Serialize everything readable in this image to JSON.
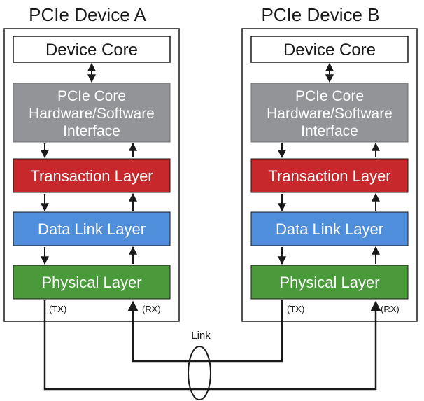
{
  "device_a": {
    "title": "PCIe Device A",
    "core": "Device Core",
    "interface": [
      "PCIe Core",
      "Hardware/Software",
      "Interface"
    ],
    "transaction": "Transaction Layer",
    "data_link": "Data Link Layer",
    "physical": "Physical Layer",
    "tx": "(TX)",
    "rx": "(RX)"
  },
  "device_b": {
    "title": "PCIe Device B",
    "core": "Device Core",
    "interface": [
      "PCIe Core",
      "Hardware/Software",
      "Interface"
    ],
    "transaction": "Transaction Layer",
    "data_link": "Data Link Layer",
    "physical": "Physical Layer",
    "tx": "(TX)",
    "rx": "(RX)"
  },
  "link": {
    "label": "Link"
  },
  "colors": {
    "interface": "#929497",
    "transaction": "#c7282b",
    "data_link": "#4f8edb",
    "physical": "#4a9a3c",
    "core": "#ffffff",
    "line": "#1a1a1a"
  }
}
